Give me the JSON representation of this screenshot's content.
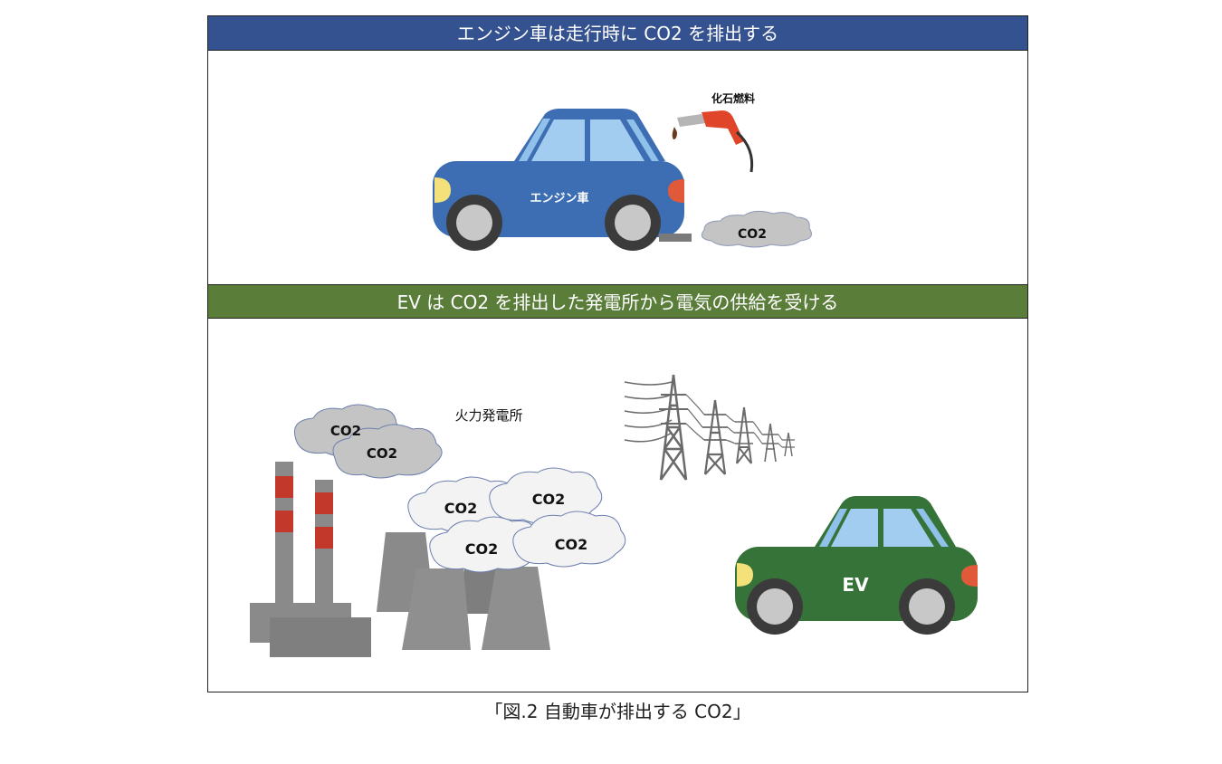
{
  "panel_top": {
    "title": "エンジン車は走行時に CO2 を排出する",
    "car_label": "エンジン車",
    "fuel_label": "化石燃料",
    "exhaust_label": "CO2",
    "colors": {
      "band": "#34528f",
      "car": "#3d6eb4"
    }
  },
  "panel_bottom": {
    "title": "EV は CO2 を排出した発電所から電気の供給を受ける",
    "plant_label": "火力発電所",
    "car_label": "EV",
    "clouds": [
      "CO2",
      "CO2",
      "CO2",
      "CO2",
      "CO2",
      "CO2"
    ],
    "colors": {
      "band": "#5a7d3a",
      "car": "#367339"
    }
  },
  "caption": "「図.2  自動車が排出する CO2」"
}
